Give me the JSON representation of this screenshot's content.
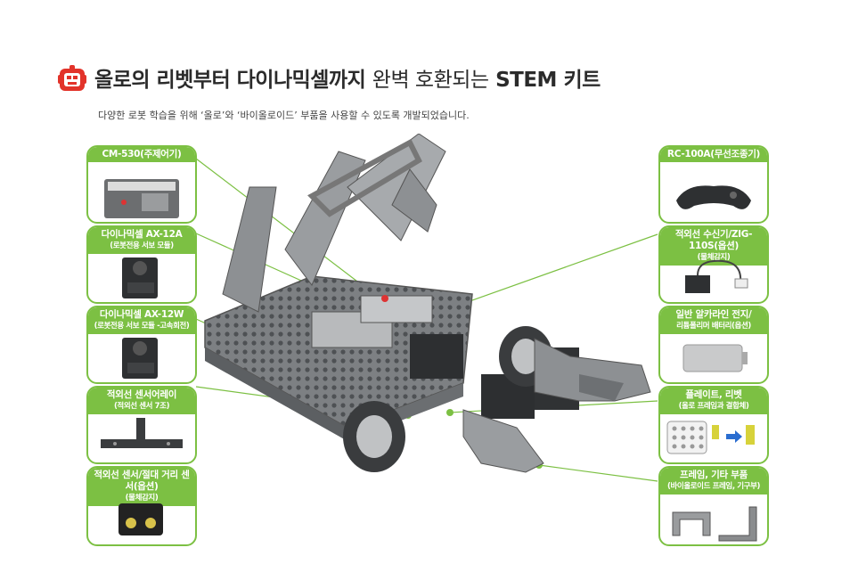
{
  "header": {
    "title_bold": "올로의 리벳부터 다이나믹셀까지",
    "title_light": "완벽 호환되는",
    "title_end": "STEM 키트",
    "subtitle": "다양한 로봇 학습을 위해 ‘올로’와 ‘바이올로이드’ 부품을 사용할 수 있도록 개발되었습니다."
  },
  "left_parts": [
    {
      "title": "CM-530(주제어기)",
      "sub": ""
    },
    {
      "title": "다이나믹셀 AX-12A",
      "sub": "(로봇전용 서보 모듈)"
    },
    {
      "title": "다이나믹셀 AX-12W",
      "sub": "(로봇전용 서보 모듈 -고속회전)"
    },
    {
      "title": "적외선 센서어레이",
      "sub": "(적외선 센서 7조)"
    },
    {
      "title": "적외선 센서/절대 거리 센서(옵션)",
      "sub": "(물체감지)"
    }
  ],
  "right_parts": [
    {
      "title": "RC-100A(무선조종기)",
      "sub": ""
    },
    {
      "title": "적외선 수신기/ZIG-110S(옵션)",
      "sub": "(물체감지)"
    },
    {
      "title": "일반 알카라인 전지/",
      "sub": "리튬폴리머 배터리(옵션)"
    },
    {
      "title": "플레이트, 리벳",
      "sub": "(올로 프레임과 결합체)"
    },
    {
      "title": "프레임, 기타 부품",
      "sub": "(바이올로이드 프레임, 기구부)"
    }
  ],
  "colors": {
    "accent": "#7cc043",
    "icon_red": "#e2332a",
    "robot_gray": "#8a8c8e"
  },
  "icons": [
    "robot-logo-icon"
  ]
}
